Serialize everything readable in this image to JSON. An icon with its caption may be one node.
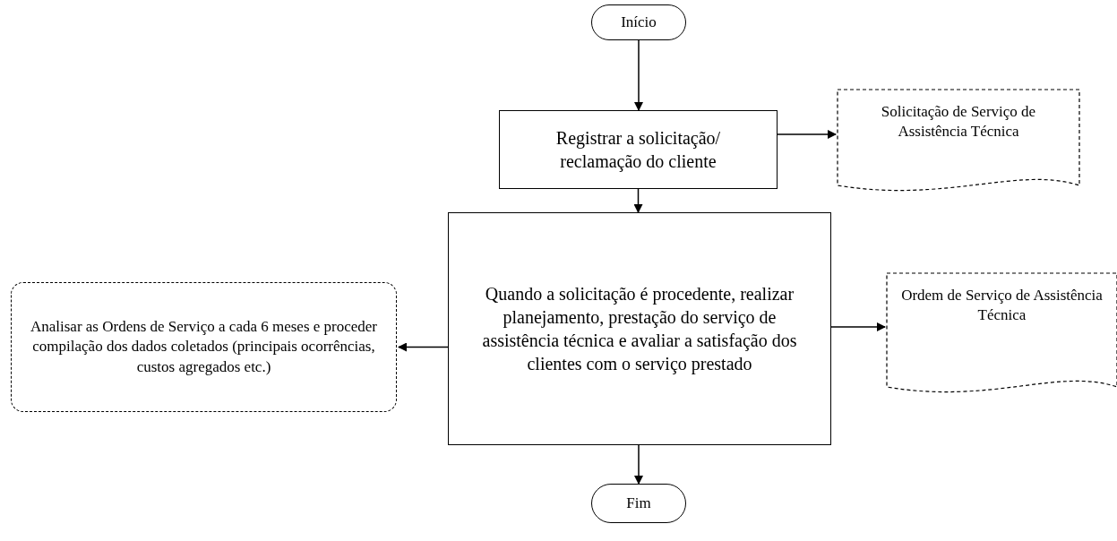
{
  "diagram": {
    "nodes": [
      {
        "text": [
          "Início"
        ]
      },
      {
        "text": [
          "Registrar a solicitação/ reclamação do cliente"
        ]
      },
      {
        "text": [
          "Solicitação de Serviço de Assistência Técnica"
        ]
      },
      {
        "text": [
          "Quando a solicitação é procedente, realizar planejamento, prestação do serviço de assistência técnica e avaliar a satisfação dos clientes com o serviço prestado"
        ]
      },
      {
        "text": [
          "Analisar as Ordens de Serviço a cada 6 meses e proceder compilação dos dados coletados (principais ocorrências, custos agregados etc.)"
        ]
      },
      {
        "text": [
          "Ordem de Serviço de Assistência Técnica"
        ]
      },
      {
        "text": [
          "Fim"
        ]
      }
    ],
    "edges": [
      {
        "from": 0,
        "to": 1,
        "arrow": "to"
      },
      {
        "from": 1,
        "to": 2,
        "arrow": "to"
      },
      {
        "from": 1,
        "to": 3,
        "arrow": "to"
      },
      {
        "from": 3,
        "to": 4,
        "arrow": "to"
      },
      {
        "from": 3,
        "to": 5,
        "arrow": "to"
      },
      {
        "from": 3,
        "to": 6,
        "arrow": "to"
      }
    ]
  }
}
